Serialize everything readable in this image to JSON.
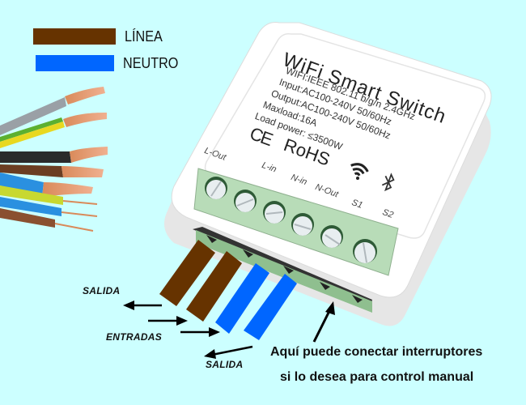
{
  "legend": {
    "items": [
      {
        "label": "LÍNEA",
        "color": "#663300"
      },
      {
        "label": "NEUTRO",
        "color": "#0066ff"
      }
    ]
  },
  "device": {
    "title": "WiFi Smart Switch",
    "specs": [
      "WIFI:IEEE 802.11 b/g/n 2.4GHz",
      "Input:AC100-240V 50/60Hz",
      "Output:AC100-240V 50/60Hz",
      "Maxload:16A",
      "Load power: ≤3500W"
    ],
    "certifications": {
      "ce": "CE",
      "rohs": "RoHS"
    },
    "icons": [
      "wifi-icon",
      "bluetooth-icon"
    ],
    "terminals": [
      "L-Out",
      "L-in",
      "N-in",
      "N-Out",
      "S1",
      "S2"
    ],
    "colors": {
      "body": "#ffffff",
      "terminal_block": "#b8dcb8",
      "screw": "#e8eef0"
    }
  },
  "annotations": {
    "salida_top": "SALIDA",
    "entradas": "ENTRADAS",
    "salida_bottom": "SALIDA",
    "note_line1": "Aquí puede conectar interruptores",
    "note_line2": "si lo desea para control manual"
  },
  "wires": {
    "connected": [
      {
        "color": "#663300",
        "role": "L-Out"
      },
      {
        "color": "#663300",
        "role": "L-in"
      },
      {
        "color": "#0066ff",
        "role": "N-in"
      },
      {
        "color": "#0066ff",
        "role": "N-Out"
      }
    ],
    "photo_cables": [
      "gray",
      "yellow-green",
      "black",
      "brown",
      "blue",
      "yellow-green",
      "blue",
      "brown"
    ]
  }
}
